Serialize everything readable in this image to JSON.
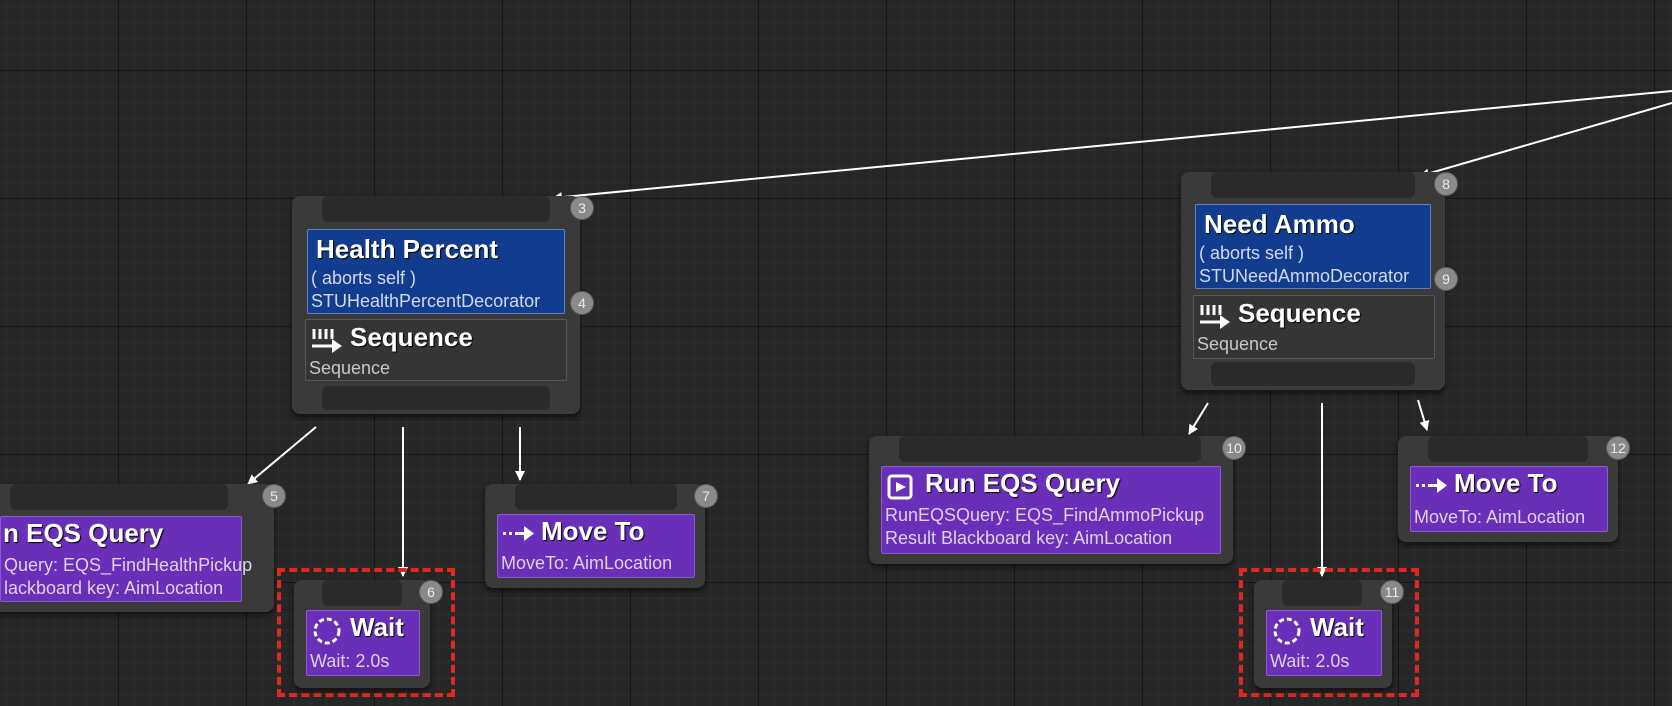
{
  "nodes": {
    "health_seq": {
      "index": "3",
      "decorator": {
        "index": "4",
        "title": "Health Percent",
        "aborts": "( aborts self )",
        "class": "STUHealthPercentDecorator"
      },
      "composite": {
        "title": "Sequence",
        "sub": "Sequence",
        "icon": "sequence-icon"
      }
    },
    "eqs_health": {
      "index": "5",
      "title": "n EQS Query",
      "line1": "Query: EQS_FindHealthPickup",
      "line2": "lackboard key: AimLocation",
      "icon": "eqs-icon"
    },
    "wait_6": {
      "index": "6",
      "title": "Wait",
      "sub": "Wait: 2.0s",
      "icon": "wait-icon"
    },
    "move_7": {
      "index": "7",
      "title": "Move To",
      "sub": "MoveTo: AimLocation",
      "icon": "move-to-icon"
    },
    "ammo_seq": {
      "index": "8",
      "decorator": {
        "index": "9",
        "title": "Need Ammo",
        "aborts": "( aborts self )",
        "class": "STUNeedAmmoDecorator"
      },
      "composite": {
        "title": "Sequence",
        "sub": "Sequence",
        "icon": "sequence-icon"
      }
    },
    "eqs_ammo": {
      "index": "10",
      "title": "Run EQS Query",
      "line1": "RunEQSQuery: EQS_FindAmmoPickup",
      "line2": "Result Blackboard key: AimLocation",
      "icon": "eqs-icon"
    },
    "wait_11": {
      "index": "11",
      "title": "Wait",
      "sub": "Wait: 2.0s",
      "icon": "wait-icon"
    },
    "move_12": {
      "index": "12",
      "title": "Move To",
      "sub": "MoveTo: AimLocation",
      "icon": "move-to-icon"
    }
  },
  "colors": {
    "canvas": "#262626",
    "node_body": "#3a3a3a",
    "decorator": "#123d8f",
    "task": "#6a2fb8",
    "composite": "#353535",
    "selection": "#e0281c",
    "wire": "#ffffff"
  }
}
